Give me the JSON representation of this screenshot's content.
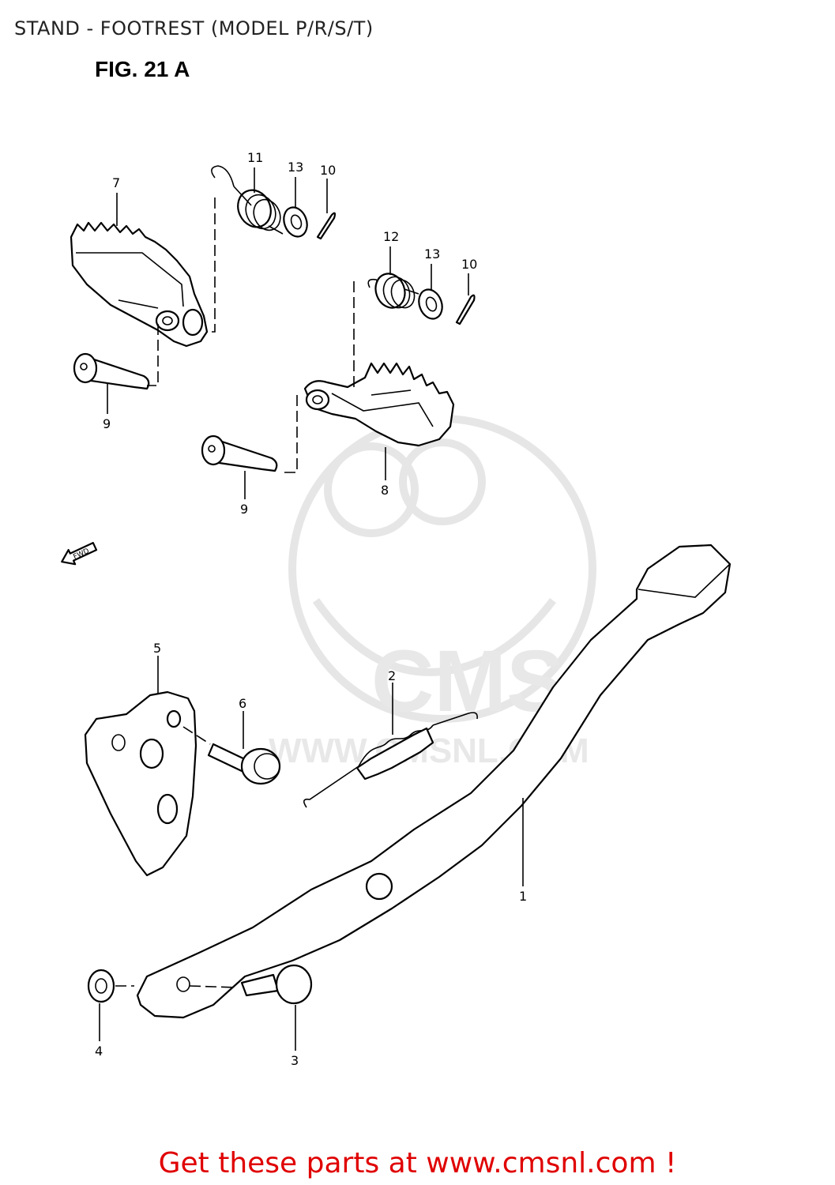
{
  "page": {
    "title": "STAND - FOOTREST (MODEL P/R/S/T)",
    "figure_label": "FIG. 21 A",
    "fwd_label": "FWD",
    "footer_cta": "Get these parts at www.cmsnl.com !"
  },
  "watermark": {
    "brand": "CMS",
    "url": "WWW.CMSNL.COM"
  },
  "callouts": [
    {
      "id": "11a",
      "label": "11"
    },
    {
      "id": "13a",
      "label": "13"
    },
    {
      "id": "10a",
      "label": "10"
    },
    {
      "id": "7",
      "label": "7"
    },
    {
      "id": "12",
      "label": "12"
    },
    {
      "id": "13b",
      "label": "13"
    },
    {
      "id": "10b",
      "label": "10"
    },
    {
      "id": "9a",
      "label": "9"
    },
    {
      "id": "8",
      "label": "8"
    },
    {
      "id": "9b",
      "label": "9"
    },
    {
      "id": "5",
      "label": "5"
    },
    {
      "id": "6",
      "label": "6"
    },
    {
      "id": "2",
      "label": "2"
    },
    {
      "id": "1",
      "label": "1"
    },
    {
      "id": "4",
      "label": "4"
    },
    {
      "id": "3",
      "label": "3"
    }
  ]
}
